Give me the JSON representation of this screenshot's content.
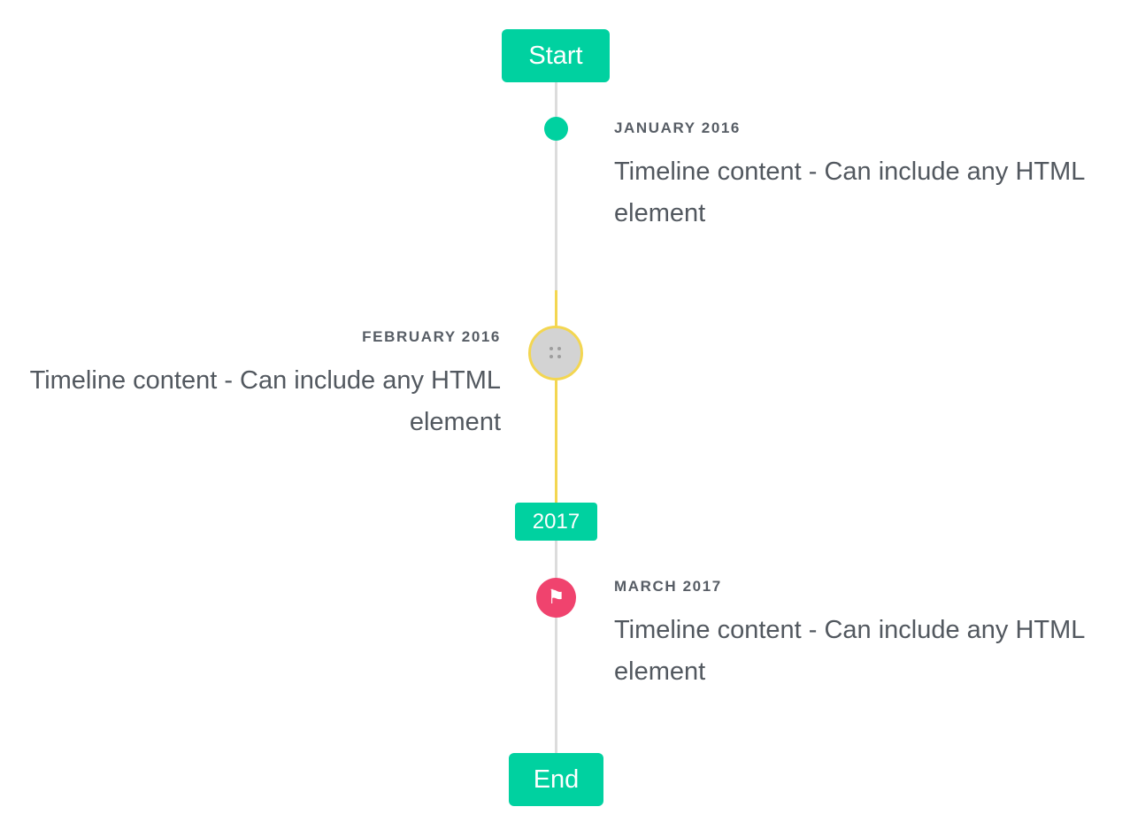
{
  "colors": {
    "teal": "#00d1a0",
    "yellow": "#f3d651",
    "red": "#f0436e",
    "line-gray": "#dcdcdc",
    "placeholder-gray": "#d3d3d3",
    "title-text": "#575d65",
    "content-text": "#52585f"
  },
  "timeline": {
    "start_label": "Start",
    "end_label": "End",
    "year_badge": "2017",
    "flag_icon": "⚑",
    "items": [
      {
        "title": "JANUARY 2016",
        "content": "Timeline content - Can include any HTML element",
        "side": "right",
        "marker": "teal-dot"
      },
      {
        "title": "FEBRUARY 2016",
        "content": "Timeline content - Can include any HTML element",
        "side": "left",
        "marker": "image-placeholder-circle-yellow-ring"
      },
      {
        "title": "MARCH 2017",
        "content": "Timeline content - Can include any HTML element",
        "side": "right",
        "marker": "red-flag-dot"
      }
    ]
  }
}
